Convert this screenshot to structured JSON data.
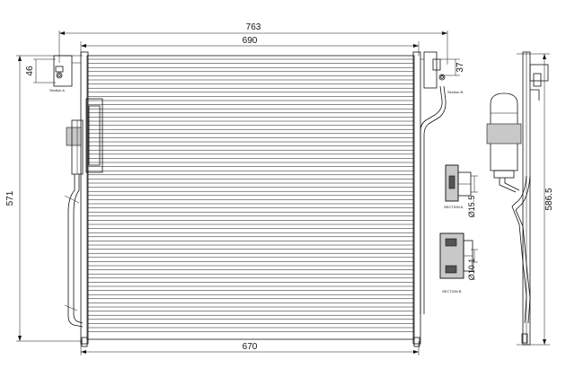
{
  "dimensions": {
    "overall_width": "763",
    "core_width": "690",
    "bottom_width": "670",
    "height": "571",
    "side_height": "586.5",
    "left_bracket": "46",
    "right_bracket": "37",
    "section_a_diameter": "Ø15.5",
    "section_b_diameter": "Ø10.1"
  },
  "labels": {
    "detail_a": "Section A",
    "detail_b": "Section B",
    "section_a": "SECTION A",
    "section_b": "SECTION B"
  },
  "colors": {
    "line": "#111111",
    "background": "#ffffff",
    "shade": "#c8c8c8"
  }
}
